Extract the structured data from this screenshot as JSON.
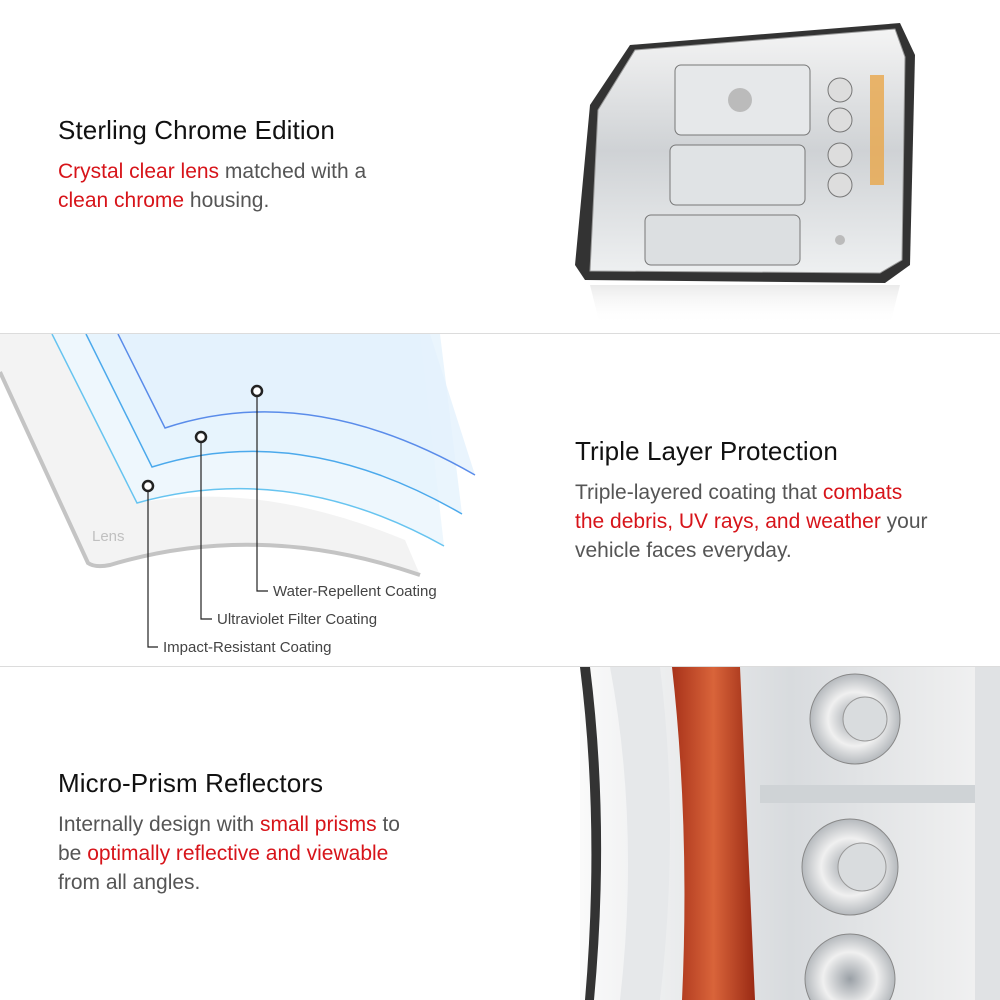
{
  "sections": [
    {
      "title": "Sterling Chrome Edition",
      "body": [
        {
          "text": "Crystal clear lens",
          "red": true
        },
        {
          "text": " matched with a",
          "red": false
        },
        {
          "text": "clean chrome",
          "red": true
        },
        {
          "text": " housing.",
          "red": false
        }
      ]
    },
    {
      "title": "Triple Layer Protection",
      "body": [
        {
          "text": "Triple-layered coating that ",
          "red": false
        },
        {
          "text": "combats",
          "red": true
        },
        {
          "text": "the debris, UV rays, and weather",
          "red": true
        },
        {
          "text": " your",
          "red": false
        },
        {
          "text": "vehicle faces everyday.",
          "red": false
        }
      ],
      "diagram": {
        "base_label": "Lens",
        "layers": [
          "Water-Repellent Coating",
          "Ultraviolet Filter Coating",
          "Impact-Resistant Coating"
        ]
      }
    },
    {
      "title": "Micro-Prism Reflectors",
      "body": [
        {
          "text": "Internally design with ",
          "red": false
        },
        {
          "text": "small prisms",
          "red": true
        },
        {
          "text": " to",
          "red": false
        },
        {
          "text": "be ",
          "red": false
        },
        {
          "text": "optimally reflective and viewable",
          "red": true
        },
        {
          "text": "from all angles.",
          "red": false
        }
      ]
    }
  ],
  "colors": {
    "accent": "#d7141a",
    "text": "#555555",
    "title": "#111111"
  }
}
